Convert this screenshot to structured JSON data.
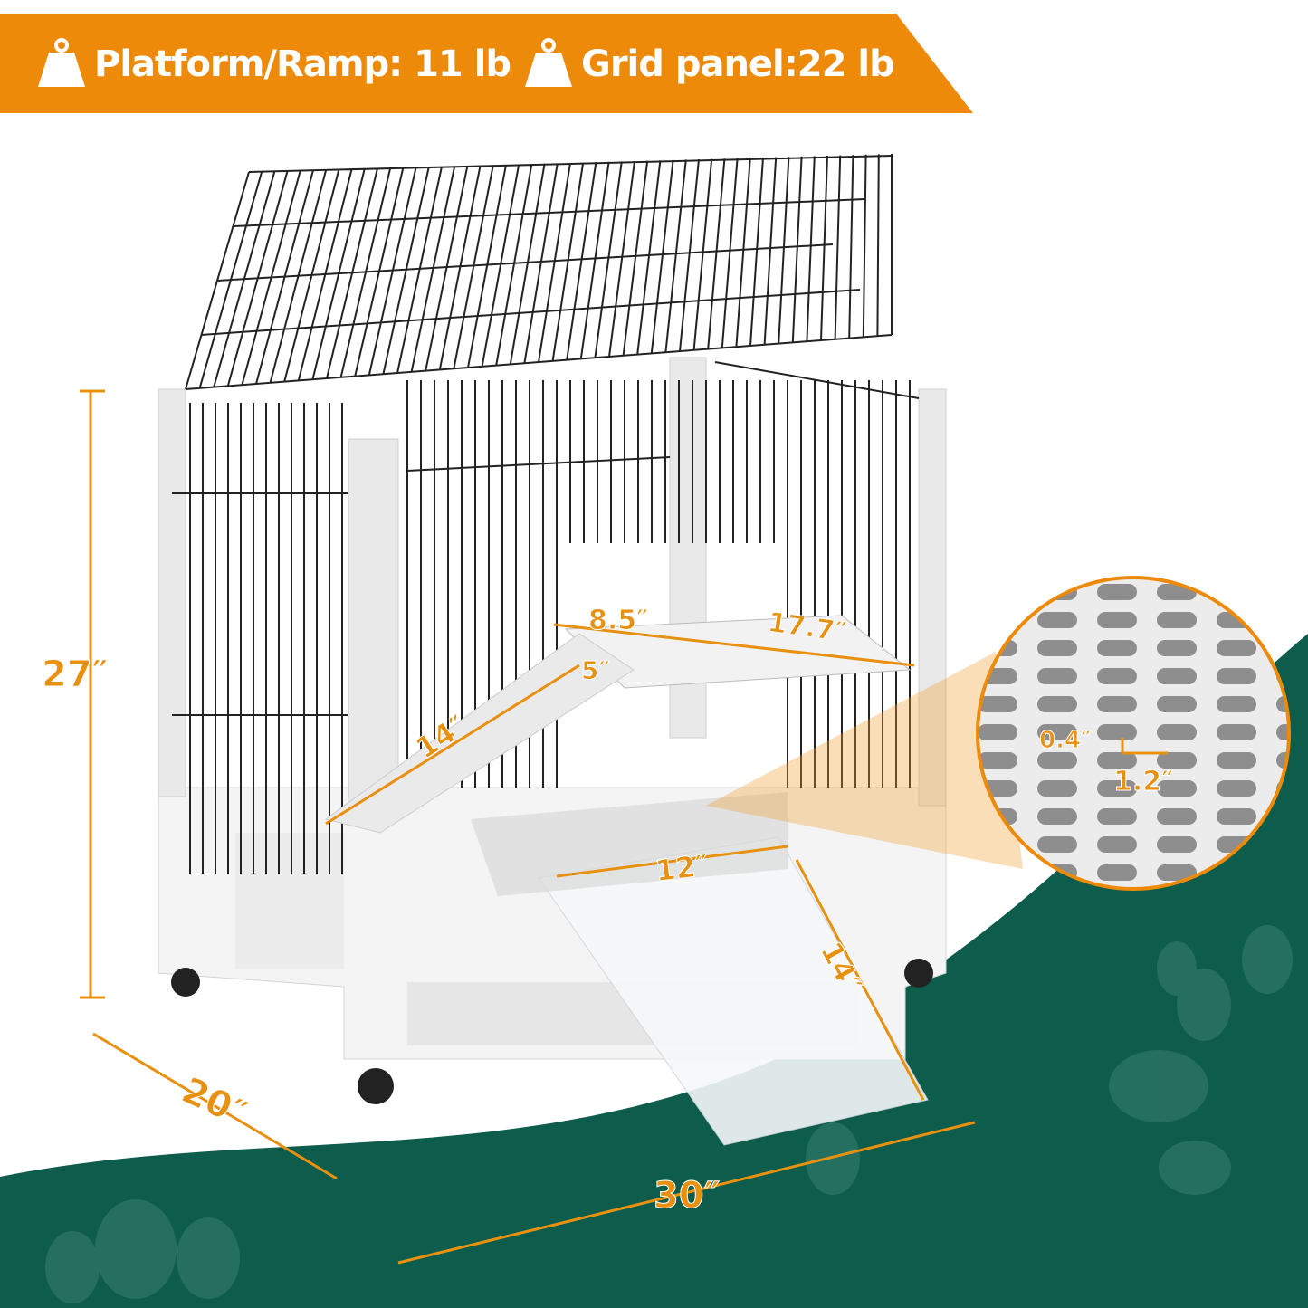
{
  "banner": {
    "items": [
      {
        "icon": "weight-icon",
        "label": "Platform/Ramp: 11 lb"
      },
      {
        "icon": "weight-icon",
        "label": "Grid panel:22 lb"
      }
    ]
  },
  "dimensions": {
    "height": "27″",
    "depth": "20″",
    "width": "30″",
    "platform_width": "8.5″",
    "platform_length": "17.7″",
    "ramp_width": "5″",
    "ramp_length": "14″",
    "door_width": "12″",
    "door_ramp_length": "14″",
    "grid_slot_width": "0.4″",
    "grid_slot_length": "1.2″"
  },
  "colors": {
    "accent": "#EE8A0A",
    "background_green": "#0E5C4C",
    "cage_white": "#F4F4F4"
  }
}
